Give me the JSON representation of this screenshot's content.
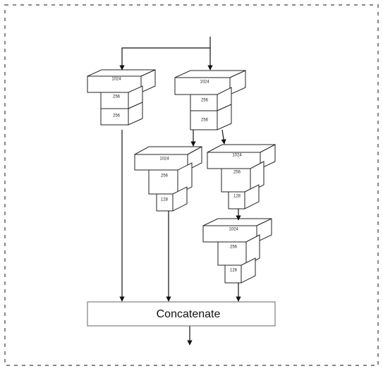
{
  "concat_label": "Concatenate",
  "branches": [
    {
      "id": "b1",
      "layers": [
        "1024",
        "256",
        "256"
      ]
    },
    {
      "id": "b2",
      "layers": [
        "1024",
        "256",
        "256"
      ]
    },
    {
      "id": "b3",
      "layers": [
        "1024",
        "256",
        "128"
      ]
    },
    {
      "id": "b4",
      "layers": [
        "1024",
        "256",
        "128"
      ]
    },
    {
      "id": "b5",
      "layers": [
        "1024",
        "256",
        "128"
      ]
    }
  ],
  "colors": {
    "stroke": "#222222",
    "background": "#ffffff",
    "border": "#888888"
  }
}
